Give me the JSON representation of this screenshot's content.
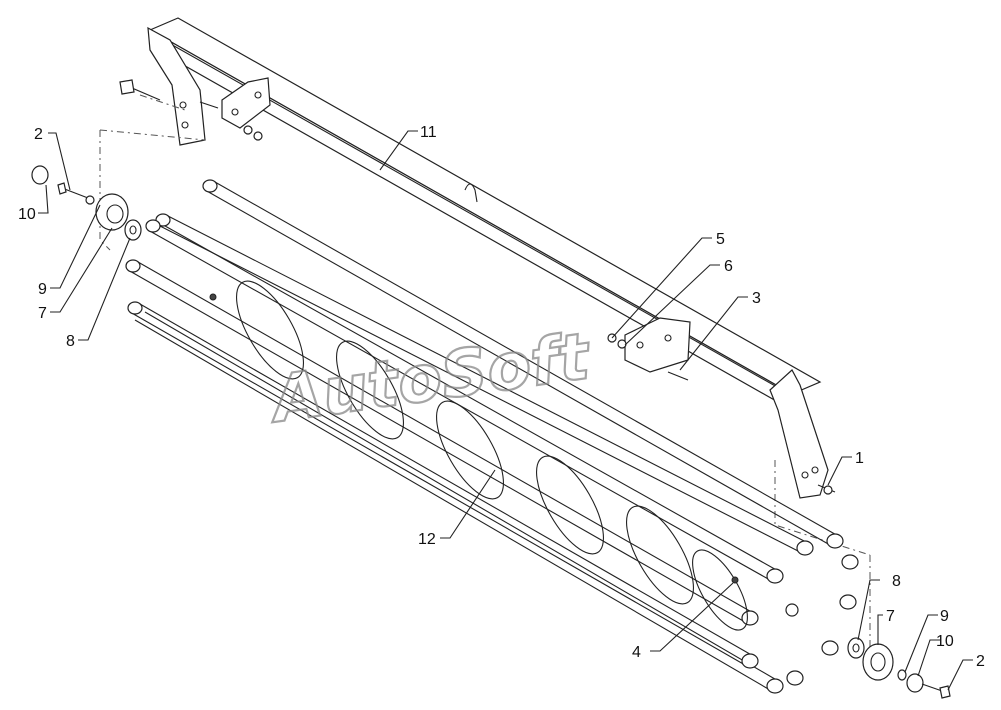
{
  "watermark": "AutoSoft",
  "callouts": [
    {
      "id": "c2a",
      "label": "2"
    },
    {
      "id": "c10a",
      "label": "10"
    },
    {
      "id": "c9a",
      "label": "9"
    },
    {
      "id": "c7a",
      "label": "7"
    },
    {
      "id": "c8a",
      "label": "8"
    },
    {
      "id": "c11",
      "label": "11"
    },
    {
      "id": "c5",
      "label": "5"
    },
    {
      "id": "c6",
      "label": "6"
    },
    {
      "id": "c3",
      "label": "3"
    },
    {
      "id": "c1",
      "label": "1"
    },
    {
      "id": "c12",
      "label": "12"
    },
    {
      "id": "c8b",
      "label": "8"
    },
    {
      "id": "c7b",
      "label": "7"
    },
    {
      "id": "c9b",
      "label": "9"
    },
    {
      "id": "c10b",
      "label": "10"
    },
    {
      "id": "c2b",
      "label": "2"
    },
    {
      "id": "c4",
      "label": "4"
    }
  ]
}
